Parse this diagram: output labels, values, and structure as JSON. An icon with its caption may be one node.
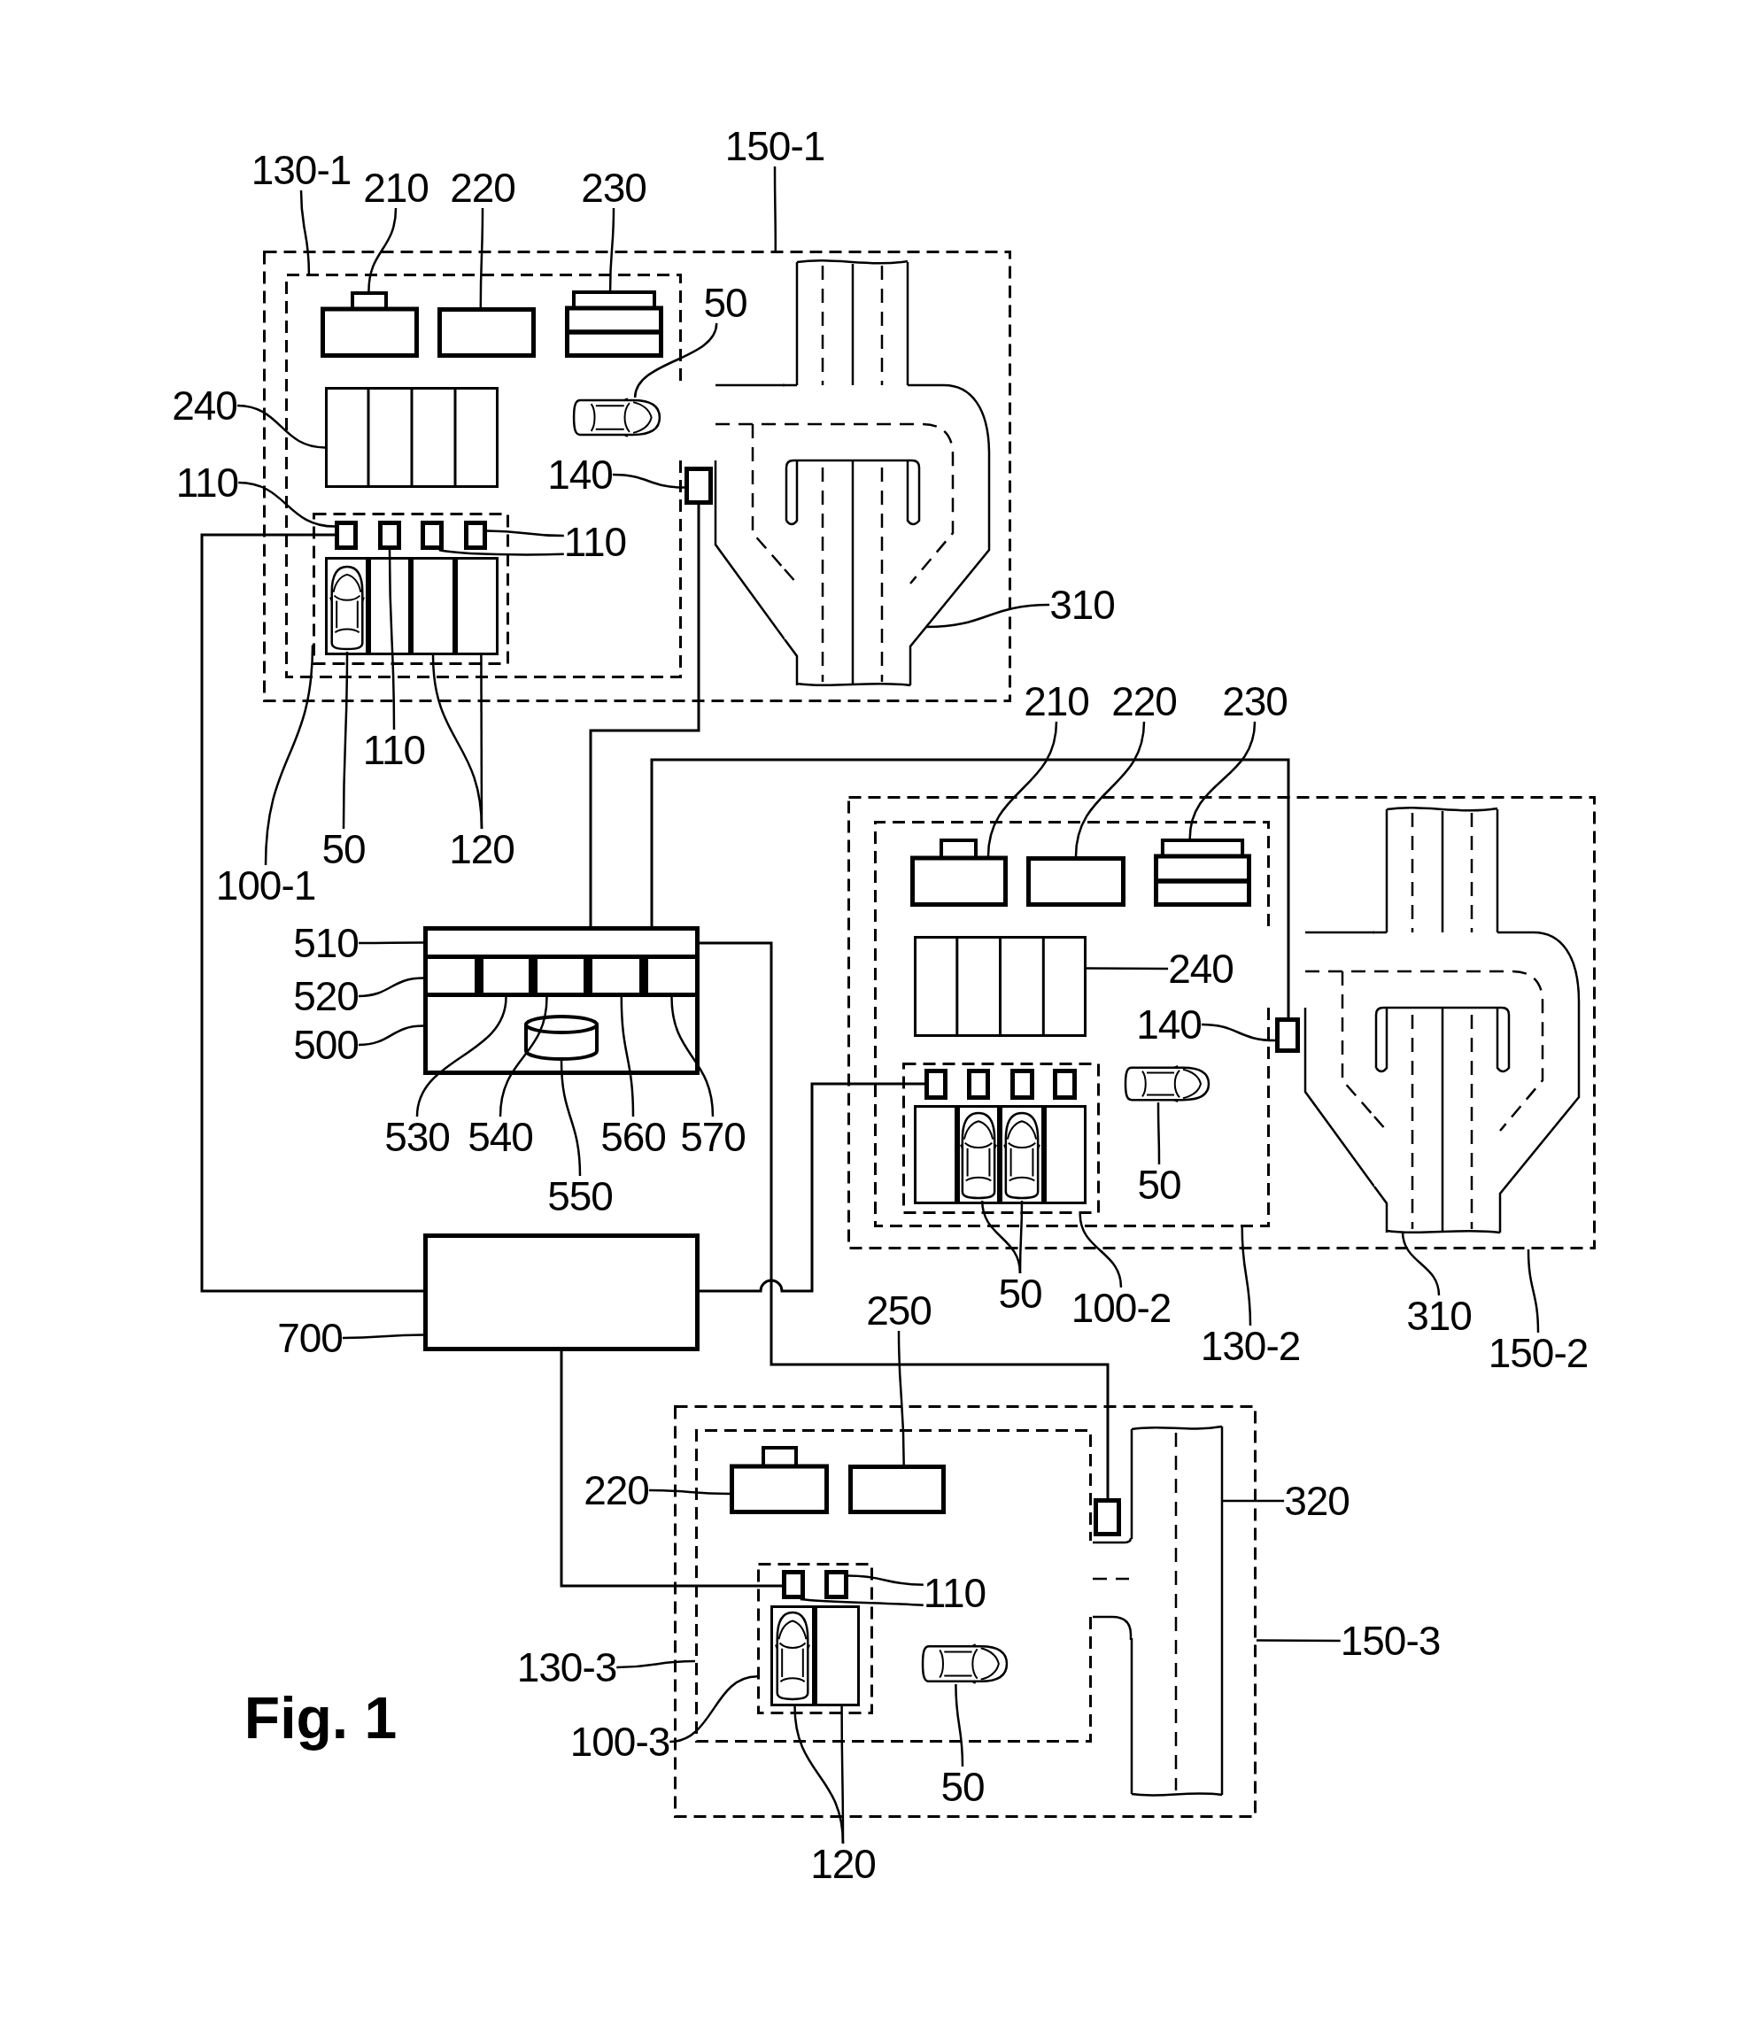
{
  "diagram": {
    "caption": "Fig. 1",
    "nodes": [
      {
        "text": [
          "150-1"
        ]
      },
      {
        "text": [],
        "shape": "box"
      },
      {
        "text": [
          "130-1"
        ]
      },
      {
        "text": [],
        "shape": "box",
        "in": 1
      },
      {
        "text": [
          "210"
        ]
      },
      {
        "text": [
          "220"
        ]
      },
      {
        "text": [
          "230"
        ]
      },
      {
        "text": [],
        "shape": "box",
        "in": 3
      },
      {
        "text": [],
        "shape": "box",
        "in": 3
      },
      {
        "text": [],
        "shape": "box",
        "in": 3
      },
      {
        "text": [
          "50"
        ],
        "in": 1
      },
      {
        "text": [
          "240"
        ]
      },
      {
        "text": [],
        "shape": "box",
        "in": 3
      },
      {
        "text": [],
        "shape": "car",
        "in": 3
      },
      {
        "text": [
          "140"
        ],
        "in": 3
      },
      {
        "text": [],
        "shape": "box",
        "in": 1
      },
      {
        "text": [],
        "shape": "road",
        "in": 1
      },
      {
        "text": [
          "110"
        ]
      },
      {
        "text": [],
        "shape": "box",
        "in": 3
      },
      {
        "text": [],
        "shape": "box",
        "in": 18
      },
      {
        "text": [],
        "shape": "box",
        "in": 18
      },
      {
        "text": [],
        "shape": "box",
        "in": 18
      },
      {
        "text": [],
        "shape": "box",
        "in": 18
      },
      {
        "text": [
          "110"
        ],
        "in": 3
      },
      {
        "text": [],
        "shape": "box",
        "in": 18
      },
      {
        "text": [],
        "shape": "box",
        "in": 18
      },
      {
        "text": [],
        "shape": "box",
        "in": 18
      },
      {
        "text": [],
        "shape": "box",
        "in": 18
      },
      {
        "text": [],
        "shape": "car",
        "in": 24
      },
      {
        "text": [
          "310"
        ]
      },
      {
        "text": [
          "110"
        ]
      },
      {
        "text": [
          "100-1"
        ]
      },
      {
        "text": [
          "50"
        ]
      },
      {
        "text": [
          "120"
        ]
      },
      {
        "text": [
          "510"
        ]
      },
      {
        "text": [
          "520"
        ]
      },
      {
        "text": [
          "500"
        ]
      },
      {
        "text": [],
        "shape": "box"
      },
      {
        "text": [],
        "shape": "box",
        "in": 37
      },
      {
        "text": [],
        "shape": "box",
        "in": 37
      },
      {
        "text": [],
        "shape": "box",
        "in": 37
      },
      {
        "text": [],
        "shape": "box",
        "in": 37
      },
      {
        "text": [],
        "shape": "box",
        "in": 37
      },
      {
        "text": [],
        "shape": "box",
        "in": 37
      },
      {
        "text": [],
        "shape": "cylinder",
        "in": 37
      },
      {
        "text": [
          "530"
        ]
      },
      {
        "text": [
          "540"
        ]
      },
      {
        "text": [
          "560"
        ]
      },
      {
        "text": [
          "570"
        ]
      },
      {
        "text": [
          "550"
        ]
      },
      {
        "text": [
          "210"
        ]
      },
      {
        "text": [
          "220"
        ]
      },
      {
        "text": [
          "230"
        ]
      },
      {
        "text": [],
        "shape": "box"
      },
      {
        "text": [],
        "shape": "box",
        "in": 53
      },
      {
        "text": [],
        "shape": "box",
        "in": 54
      },
      {
        "text": [],
        "shape": "box",
        "in": 54
      },
      {
        "text": [],
        "shape": "box",
        "in": 54
      },
      {
        "text": [],
        "shape": "box",
        "in": 54
      },
      {
        "text": [
          "240"
        ],
        "in": 54
      },
      {
        "text": [
          "140"
        ],
        "in": 54
      },
      {
        "text": [],
        "shape": "box",
        "in": 53
      },
      {
        "text": [],
        "shape": "road",
        "in": 53
      },
      {
        "text": [],
        "shape": "box",
        "in": 54
      },
      {
        "text": [],
        "shape": "box",
        "in": 63
      },
      {
        "text": [],
        "shape": "box",
        "in": 63
      },
      {
        "text": [],
        "shape": "box",
        "in": 63
      },
      {
        "text": [],
        "shape": "box",
        "in": 63
      },
      {
        "text": [],
        "shape": "car",
        "in": 54
      },
      {
        "text": [
          "50"
        ],
        "in": 54
      },
      {
        "text": [],
        "shape": "box",
        "in": 63
      },
      {
        "text": [],
        "shape": "box",
        "in": 63
      },
      {
        "text": [],
        "shape": "box",
        "in": 63
      },
      {
        "text": [],
        "shape": "box",
        "in": 63
      },
      {
        "text": [],
        "shape": "car",
        "in": 71
      },
      {
        "text": [],
        "shape": "car",
        "in": 72
      },
      {
        "text": [
          "50"
        ]
      },
      {
        "text": [
          "100-2"
        ]
      },
      {
        "text": [
          "130-2"
        ]
      },
      {
        "text": [
          "310"
        ]
      },
      {
        "text": [
          "150-2"
        ]
      },
      {
        "text": [],
        "shape": "box"
      },
      {
        "text": [
          "700"
        ]
      },
      {
        "text": [
          "250"
        ]
      },
      {
        "text": [],
        "shape": "box"
      },
      {
        "text": [],
        "shape": "box",
        "in": 84
      },
      {
        "text": [
          "220"
        ]
      },
      {
        "text": [],
        "shape": "box",
        "in": 85
      },
      {
        "text": [],
        "shape": "box",
        "in": 85
      },
      {
        "text": [],
        "shape": "box",
        "in": 84
      },
      {
        "text": [],
        "shape": "road",
        "in": 84
      },
      {
        "text": [
          "320"
        ]
      },
      {
        "text": [],
        "shape": "box",
        "in": 85
      },
      {
        "text": [],
        "shape": "box",
        "in": 92
      },
      {
        "text": [],
        "shape": "box",
        "in": 92
      },
      {
        "text": [
          "110"
        ],
        "in": 85
      },
      {
        "text": [],
        "shape": "box",
        "in": 92
      },
      {
        "text": [],
        "shape": "box",
        "in": 92
      },
      {
        "text": [],
        "shape": "car",
        "in": 96
      },
      {
        "text": [],
        "shape": "car",
        "in": 85
      },
      {
        "text": [
          "130-3"
        ]
      },
      {
        "text": [
          "150-3"
        ]
      },
      {
        "text": [
          "100-3"
        ]
      },
      {
        "text": [
          "50"
        ],
        "in": 84
      },
      {
        "text": [
          "120"
        ]
      }
    ],
    "edges": [
      {
        "from": 0,
        "to": 1,
        "arrow": "none"
      },
      {
        "from": 2,
        "to": 3,
        "arrow": "none"
      },
      {
        "from": 4,
        "to": 7,
        "arrow": "none"
      },
      {
        "from": 5,
        "to": 8,
        "arrow": "none"
      },
      {
        "from": 6,
        "to": 9,
        "arrow": "none"
      },
      {
        "from": 10,
        "to": 13,
        "arrow": "none"
      },
      {
        "from": 11,
        "to": 12,
        "arrow": "none"
      },
      {
        "from": 14,
        "to": 15,
        "arrow": "none"
      },
      {
        "from": 17,
        "to": 19,
        "arrow": "none"
      },
      {
        "from": 23,
        "to": 22,
        "arrow": "none"
      },
      {
        "from": 23,
        "to": 21,
        "arrow": "none"
      },
      {
        "from": 29,
        "to": 16,
        "arrow": "none"
      },
      {
        "from": 30,
        "to": 20,
        "arrow": "none"
      },
      {
        "from": 31,
        "to": 18,
        "arrow": "none"
      },
      {
        "from": 32,
        "to": 28,
        "arrow": "none"
      },
      {
        "from": 33,
        "to": 26,
        "arrow": "none"
      },
      {
        "from": 33,
        "to": 27,
        "arrow": "none"
      },
      {
        "from": 34,
        "to": 38,
        "arrow": "none"
      },
      {
        "from": 35,
        "to": 39,
        "arrow": "none"
      },
      {
        "from": 36,
        "to": 37,
        "arrow": "none"
      },
      {
        "from": 45,
        "to": 40,
        "arrow": "none"
      },
      {
        "from": 46,
        "to": 41,
        "arrow": "none"
      },
      {
        "from": 49,
        "to": 44,
        "arrow": "none"
      },
      {
        "from": 47,
        "to": 42,
        "arrow": "none"
      },
      {
        "from": 48,
        "to": 43,
        "arrow": "none"
      },
      {
        "from": 50,
        "to": 55,
        "arrow": "none"
      },
      {
        "from": 51,
        "to": 56,
        "arrow": "none"
      },
      {
        "from": 52,
        "to": 57,
        "arrow": "none"
      },
      {
        "from": 59,
        "to": 58,
        "arrow": "none"
      },
      {
        "from": 60,
        "to": 61,
        "arrow": "none"
      },
      {
        "from": 69,
        "to": 68,
        "arrow": "none"
      },
      {
        "from": 76,
        "to": 74,
        "arrow": "none"
      },
      {
        "from": 76,
        "to": 75,
        "arrow": "none"
      },
      {
        "from": 77,
        "to": 63,
        "arrow": "none"
      },
      {
        "from": 78,
        "to": 54,
        "arrow": "none"
      },
      {
        "from": 79,
        "to": 62,
        "arrow": "none"
      },
      {
        "from": 80,
        "to": 53,
        "arrow": "none"
      },
      {
        "from": 82,
        "to": 81,
        "arrow": "none"
      },
      {
        "from": 83,
        "to": 88,
        "arrow": "none"
      },
      {
        "from": 86,
        "to": 87,
        "arrow": "none"
      },
      {
        "from": 91,
        "to": 90,
        "arrow": "none"
      },
      {
        "from": 95,
        "to": 94,
        "arrow": "none"
      },
      {
        "from": 95,
        "to": 93,
        "arrow": "none"
      },
      {
        "from": 100,
        "to": 85,
        "arrow": "none"
      },
      {
        "from": 101,
        "to": 84,
        "arrow": "none"
      },
      {
        "from": 102,
        "to": 92,
        "arrow": "none"
      },
      {
        "from": 103,
        "to": 99,
        "arrow": "none"
      },
      {
        "from": 104,
        "to": 96,
        "arrow": "none"
      },
      {
        "from": 104,
        "to": 97,
        "arrow": "none"
      },
      {
        "from": 81,
        "to": 19,
        "arrow": "none"
      },
      {
        "from": 15,
        "to": 38,
        "arrow": "none"
      },
      {
        "from": 38,
        "to": 61,
        "arrow": "none"
      },
      {
        "from": 38,
        "to": 89,
        "arrow": "none"
      },
      {
        "from": 81,
        "to": 64,
        "arrow": "none"
      },
      {
        "from": 81,
        "to": 93,
        "arrow": "none"
      }
    ]
  }
}
